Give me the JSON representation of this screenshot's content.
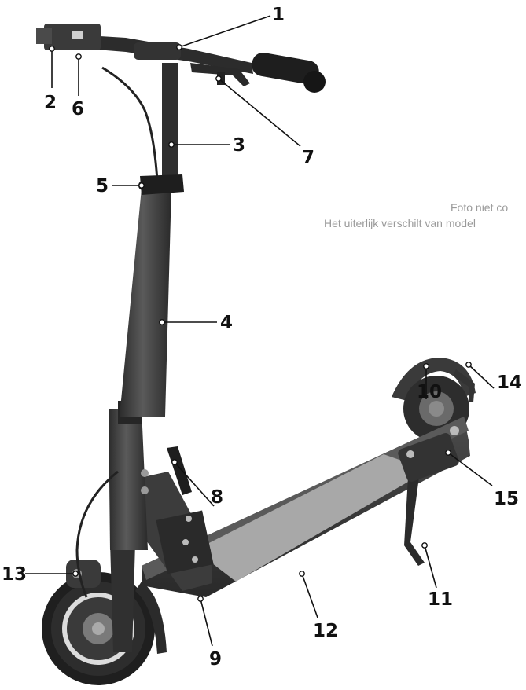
{
  "note": {
    "line1": "Foto niet co",
    "line2": "Het uiterlijk verschilt van model"
  },
  "callouts": [
    {
      "num": "1"
    },
    {
      "num": "2"
    },
    {
      "num": "3"
    },
    {
      "num": "4"
    },
    {
      "num": "5"
    },
    {
      "num": "6"
    },
    {
      "num": "7"
    },
    {
      "num": "8"
    },
    {
      "num": "9"
    },
    {
      "num": "10"
    },
    {
      "num": "11"
    },
    {
      "num": "12"
    },
    {
      "num": "13"
    },
    {
      "num": "14"
    },
    {
      "num": "15"
    }
  ]
}
